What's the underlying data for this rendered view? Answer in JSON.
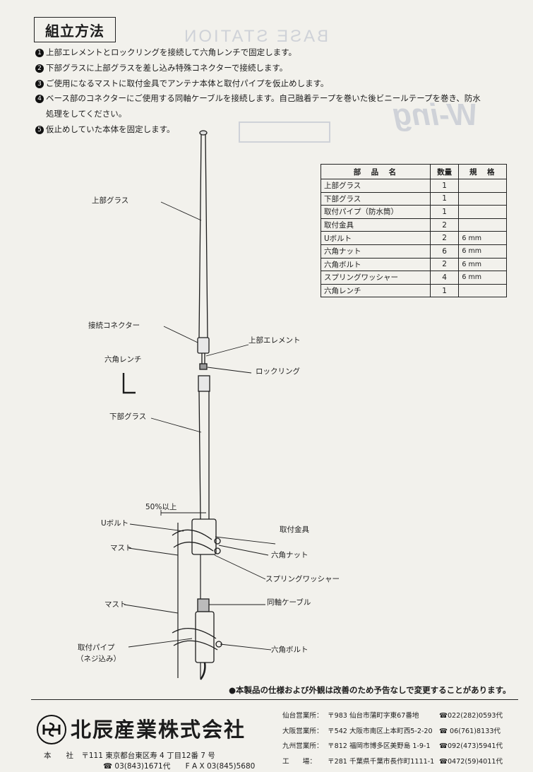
{
  "section_title": "組立方法",
  "steps": [
    {
      "num": "1",
      "text": "上部エレメントとロックリングを接続して六角レンチで固定します。"
    },
    {
      "num": "2",
      "text": "下部グラスに上部グラスを差し込み特殊コネクターで接続します。"
    },
    {
      "num": "3",
      "text": "ご使用になるマストに取付金具でアンテナ本体と取付パイプを仮止めします。"
    },
    {
      "num": "4",
      "text": "ベース部のコネクターにご使用する同軸ケーブルを接続します。自己融着テープを巻いた後ビニールテープを巻き、防水",
      "cont": "処理をしてください。"
    },
    {
      "num": "5",
      "text": "仮止めしていた本体を固定します。"
    }
  ],
  "parts_table": {
    "headers": [
      "部　品　名",
      "数量",
      "規　格"
    ],
    "rows": [
      {
        "name": "上部グラス",
        "qty": "1",
        "spec": ""
      },
      {
        "name": "下部グラス",
        "qty": "1",
        "spec": ""
      },
      {
        "name": "取付パイプ（防水筒）",
        "qty": "1",
        "spec": ""
      },
      {
        "name": "取付金具",
        "qty": "2",
        "spec": ""
      },
      {
        "name": "Uボルト",
        "qty": "2",
        "spec": "6 mm"
      },
      {
        "name": "六角ナット",
        "qty": "6",
        "spec": "6 mm"
      },
      {
        "name": "六角ボルト",
        "qty": "2",
        "spec": "6 mm"
      },
      {
        "name": "スプリングワッシャー",
        "qty": "4",
        "spec": "6 mm"
      },
      {
        "name": "六角レンチ",
        "qty": "1",
        "spec": ""
      }
    ]
  },
  "diagram_labels": {
    "upper_glass": "上部グラス",
    "connector": "接続コネクター",
    "upper_element": "上部エレメント",
    "hex_wrench": "六角レンチ",
    "lock_ring": "ロックリング",
    "lower_glass": "下部グラス",
    "clearance": "50%以上",
    "u_bolt": "Uボルト",
    "mount_bracket": "取付金具",
    "mast_1": "マスト",
    "hex_nut": "六角ナット",
    "spring_washer": "スプリングワッシャー",
    "mast_2": "マスト",
    "coax_cable": "同軸ケーブル",
    "mount_pipe": "取付パイプ",
    "mount_pipe_note": "（ネジ込み）",
    "hex_bolt": "六角ボルト"
  },
  "notice": "●本製品の仕様および外観は改善のため予告なしで変更することがあります。",
  "company": {
    "name": "北辰産業株式会社",
    "hq_label": "本　　社",
    "hq_address": "〒111 東京都台東区寿 4 丁目12番 7 号",
    "hq_tel": "☎ 03(843)1671代",
    "hq_fax": "F A X  03(845)5680"
  },
  "offices": [
    {
      "name": "仙台営業所：",
      "address": "〒983 仙台市蒲町字東67番地",
      "tel": "☎022(282)0593代"
    },
    {
      "name": "大阪営業所：",
      "address": "〒542 大阪市南区上本町西5-2-20",
      "tel": "☎ 06(761)8133代"
    },
    {
      "name": "九州営業所：",
      "address": "〒812 福岡市博多区美野島 1-9-1",
      "tel": "☎092(473)5941代"
    },
    {
      "name": "工　　場：",
      "address": "〒281 千葉県千葉市長作町1111-1",
      "tel": "☎0472(59)4011代"
    }
  ],
  "colors": {
    "ink": "#1c1c1c",
    "paper": "#f2f1ec",
    "show_through": "#cfd2d8"
  }
}
